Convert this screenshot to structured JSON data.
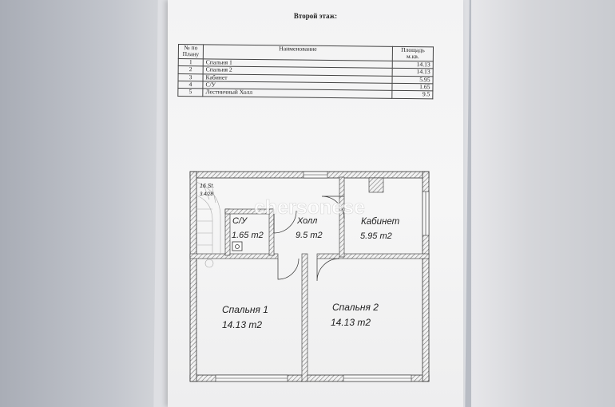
{
  "title": "Второй этаж:",
  "table": {
    "headers": [
      "№ по Плану",
      "Наименование",
      "Площадь м.кв."
    ],
    "rows": [
      {
        "num": "1",
        "name": "Спальня 1",
        "area": "14.13"
      },
      {
        "num": "2",
        "name": "Спальня 2",
        "area": "14.13"
      },
      {
        "num": "3",
        "name": "Кабинет",
        "area": "5.95"
      },
      {
        "num": "4",
        "name": "С/У",
        "area": "1.65"
      },
      {
        "num": "5",
        "name": "Лестничный Холл",
        "area": "9.5"
      }
    ]
  },
  "plan": {
    "rooms": [
      {
        "name": "С/У",
        "area": "1.65 m2"
      },
      {
        "name": "Холл",
        "area": "9.5 m2"
      },
      {
        "name": "Кабинет",
        "area": "5.95 m2"
      },
      {
        "name": "Спальня 1",
        "area": "14.13 m2"
      },
      {
        "name": "Спальня 2",
        "area": "14.13 m2"
      }
    ],
    "stair_label": "16 St.",
    "stair_dim": "3.4/28"
  },
  "watermark": "chersonese"
}
